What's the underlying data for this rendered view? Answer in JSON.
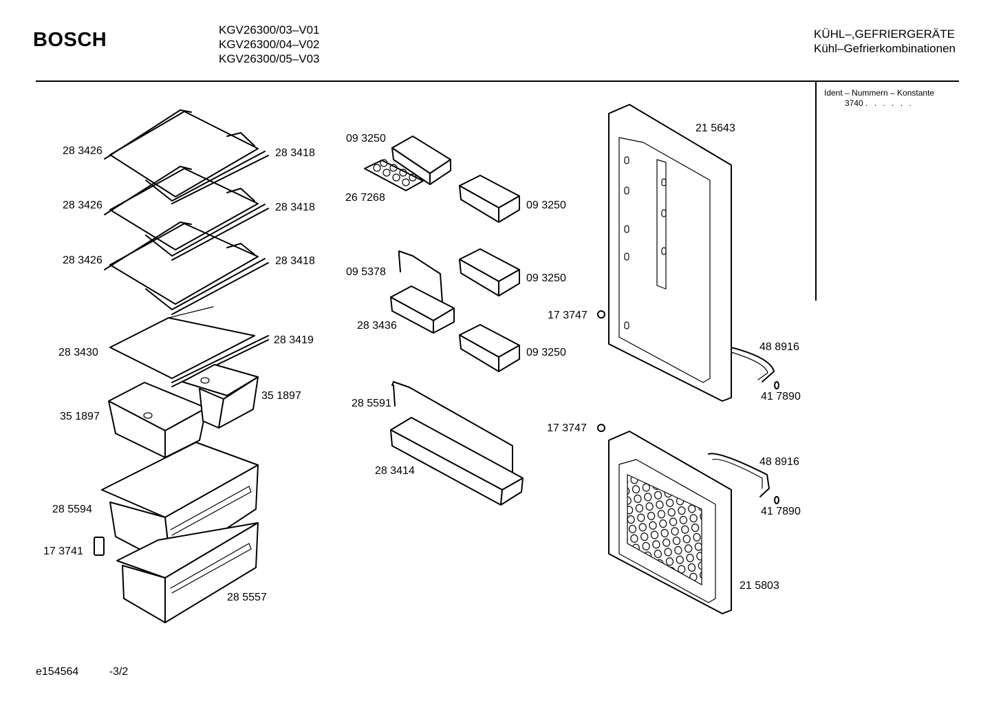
{
  "header": {
    "brand": "BOSCH",
    "models": [
      "KGV26300/03–V01",
      "KGV26300/04–V02",
      "KGV26300/05–V03"
    ],
    "category_line1": "KÜHL–,GEFRIERGERÄTE",
    "category_line2": "Kühl–Gefrierkombinationen"
  },
  "ident": {
    "label": "Ident – Nummern – Konstante",
    "value": "3740",
    "dots": ". .  . . . ."
  },
  "footer": {
    "drawing_id": "e154564",
    "page": "-3/2"
  },
  "part_labels": [
    "28 3426",
    "28 3418",
    "28 3426",
    "28 3418",
    "28 3426",
    "28 3418",
    "28 3430",
    "28 3419",
    "35 1897",
    "35 1897",
    "28 5594",
    "17 3741",
    "28 5557",
    "09 3250",
    "26 7268",
    "09 3250",
    "09 5378",
    "09 3250",
    "28 3436",
    "09 3250",
    "28 5591",
    "28 3414",
    "21 5643",
    "17 3747",
    "48 8916",
    "41 7890",
    "17 3747",
    "48 8916",
    "41 7890",
    "21 5803"
  ]
}
